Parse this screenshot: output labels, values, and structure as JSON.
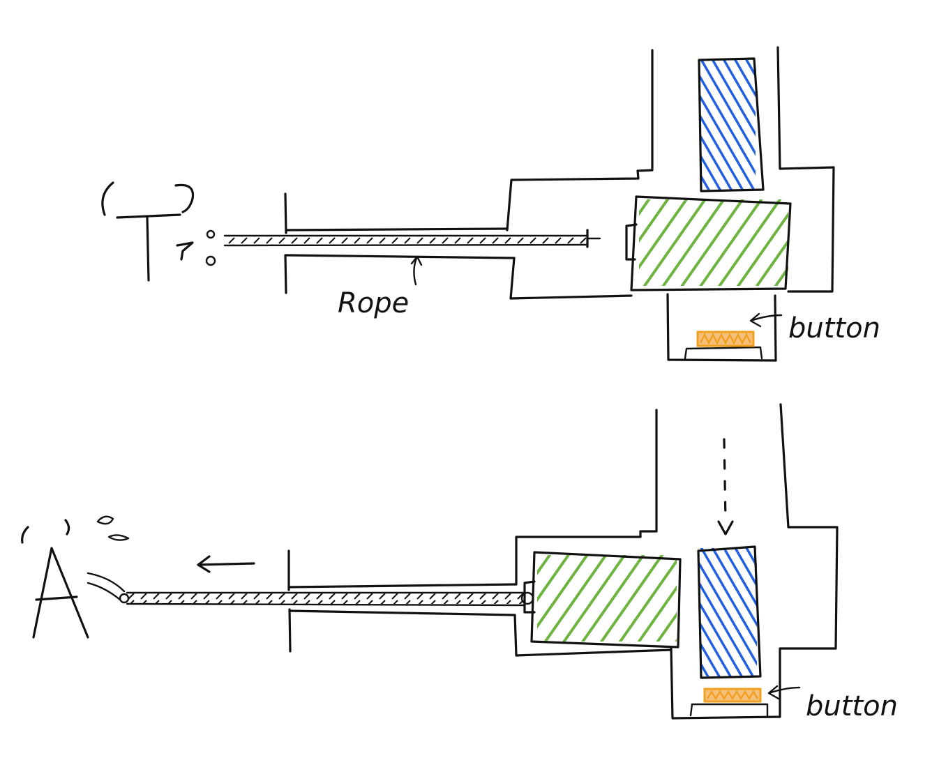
{
  "labels": {
    "rope": "Rope",
    "button_top": "button",
    "button_bottom": "button"
  },
  "colors": {
    "blue_block": "#1f5fe0",
    "green_block": "#6db33f",
    "button": "#f0a020",
    "ink": "#111111"
  },
  "icons": {
    "top_figure": "stick-figure-T",
    "bottom_figure": "stick-figure-A",
    "pull_direction": "left-arrow",
    "fall_direction": "dashed-down-arrow"
  }
}
